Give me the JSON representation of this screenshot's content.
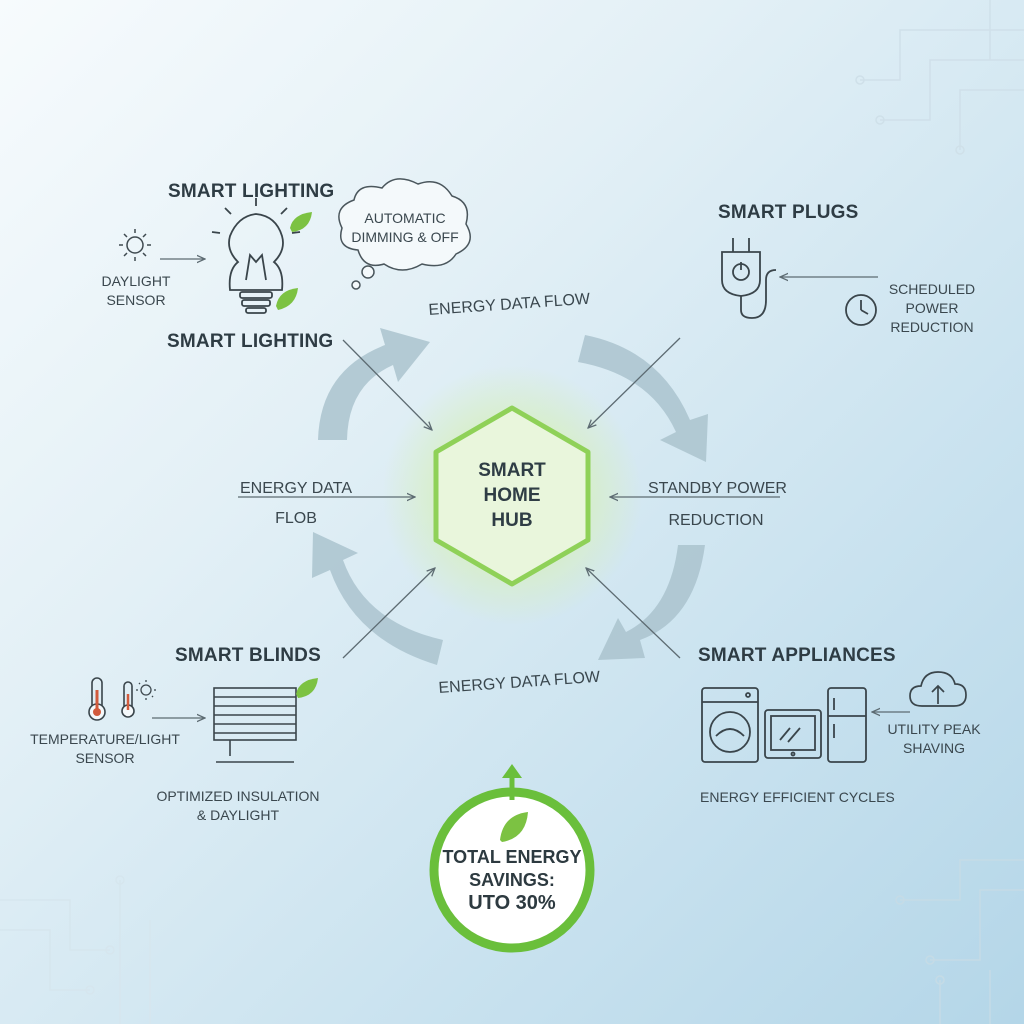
{
  "hub": {
    "line1": "SMART",
    "line2": "HOME",
    "line3": "HUB"
  },
  "lighting": {
    "title": "SMART LIGHTING",
    "sensor_line1": "DAYLIGHT",
    "sensor_line2": "SENSOR",
    "bubble_line1": "AUTOMATIC",
    "bubble_line2": "DIMMING & OFF",
    "footer": "SMART LIGHTING"
  },
  "plugs": {
    "title": "SMART PLUGS",
    "action_line1": "SCHEDULED",
    "action_line2": "POWER",
    "action_line3": "REDUCTION"
  },
  "blinds": {
    "title": "SMART BLINDS",
    "sensor_line1": "TEMPERATURE/LIGHT",
    "sensor_line2": "SENSOR",
    "result_line1": "OPTIMIZED INSULATION",
    "result_line2": "& DAYLIGHT"
  },
  "appliances": {
    "title": "SMART APPLIANCES",
    "peak_line1": "UTILITY PEAK",
    "peak_line2": "SHAVING",
    "cycles": "ENERGY EFFICIENT CYCLES"
  },
  "flows": {
    "top": "ENERGY DATA FLOW",
    "bottom": "ENERGY DATA FLOW",
    "left_line1": "ENERGY DATA",
    "left_line2": "FLOB",
    "right_line1": "STANDBY POWER",
    "right_line2": "REDUCTION"
  },
  "savings": {
    "line1": "TOTAL ENERGY",
    "line2": "SAVINGS:",
    "line3": "UTO 30%"
  },
  "colors": {
    "accent_green": "#7cc242",
    "text_dark": "#2f3a40",
    "ring_arrow": "#a9c2cd",
    "line": "#5d6b72"
  }
}
